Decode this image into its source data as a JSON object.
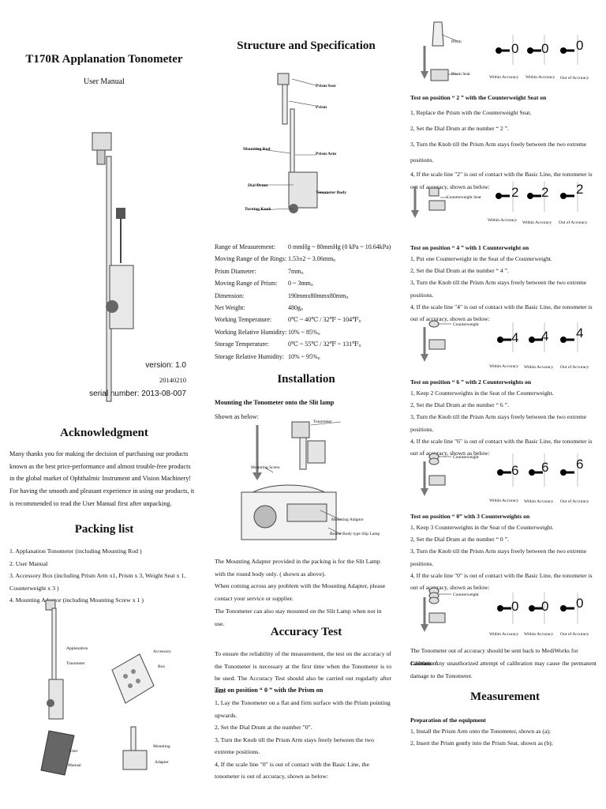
{
  "left": {
    "title": "T170R Applanation Tonometer",
    "subtitle": "User Manual",
    "version_line": "version: 1.0",
    "date_line": "20140210",
    "serial_line": "serial number: 2013-08-007",
    "ack_heading": "Acknowledgment",
    "ack_text_1": "Many thanks you for making the decision of purchasing our products known as the best price-performance and almost trouble-free products in the global market of Ophthalmic Instrument and Vision Machinery!",
    "ack_text_2": "For having the smooth and pleasant experience in using our products, it is recommended to read the User Manual first after unpacking.",
    "packing_heading": "Packing list",
    "packing_items": [
      "1. Applanation Tonometer (including Mounting Rod )",
      "2. User Manual",
      "3. Accessory Box        (including Prism Arm x1, Prism x 3, Weight Seat x 1, Counterweight x 3 )",
      "4. Mounting Adaptor    (including Mounting Screw x 1 )"
    ],
    "img_labels": {
      "applanation": "Applanation",
      "tonometer": "Tonometer",
      "accessory": "Accessory",
      "box": "Box",
      "user": "User",
      "manual": "Manual",
      "mounting": "Mounting",
      "adapter": "Adapter"
    }
  },
  "middle": {
    "heading": "Structure and Specification",
    "diagram_labels": {
      "prism_seat": "Prism Seat",
      "prism": "Prism",
      "mounting_rod": "Mounting Rod",
      "prism_arm": "Prism Arm",
      "dial_drum": "Dial Drum",
      "tonometer_body": "Tonometer Body",
      "turning_knob": "Turning Knob"
    },
    "specs": [
      {
        "k": "Range of Measurement:",
        "v": "0 mmHg ~ 80mmHg (0 kPa ~ 10.64kPa)"
      },
      {
        "k": "Moving Range of the Rings:",
        "v": "1.53±2 ~ 3.06mm。"
      },
      {
        "k": "Prism Diameter:",
        "v": "7mm。"
      },
      {
        "k": "Moving Range of Prism:",
        "v": "0 ~ 3mm。"
      },
      {
        "k": "Dimension:",
        "v": "190mmx80mmx80mm。"
      },
      {
        "k": "Net Weight:",
        "v": "480g。"
      },
      {
        "k": "Working Temperature:",
        "v": "0℃ ~ 40℃   /   32℉ ~ 104℉。"
      },
      {
        "k": "Working Relative Humidity:",
        "v": "10% ~ 85%。"
      },
      {
        "k": "Storage Temperature:",
        "v": "0℃ ~ 55℃   /   32℉ ~ 131℉。"
      },
      {
        "k": "Storage Relative Humidity:",
        "v": "10% ~ 95%。"
      }
    ],
    "installation_heading": "Installation",
    "install_subheading": "Mounting the Tonometer onto the Slit lamp",
    "install_shown": "Shown as below:",
    "install_labels": {
      "tonometer": "Tonometer",
      "mounting_screw": "Mounting Screw",
      "mounting_adaptor": "Mounting Adaptor",
      "round_body": "Round Body type Slip Lamp"
    },
    "install_text_1": "The Mounting Adapter provided in the packing is for the Slit Lamp with the round body only. ( shown as above).",
    "install_text_2": "When coming across any problem with the Mounting Adapter, please contact your service or supplier.",
    "install_text_3": "The Tonometer can also stay mounted on the Slit Lamp when not in use.",
    "accuracy_heading": "Accuracy Test",
    "accuracy_text": "To ensure the reliability of the measurement, the test on the accuracy of the Tonometer is necessary at the first time when the Tonometer is to be used. The Accuracy Test should also be carried out regularly after that.",
    "pos0_heading": "Test on position “ 0 ” with the Prism on",
    "pos0_steps": [
      "1, Lay the Tonometer on a flat and firm surface with the Prism pointing upwards.",
      "2, Set the Dial Drum at the number \"0\".",
      "3, Turn the Knob till the Prism Arm stays freely between the two extreme positions.",
      "4, If the scale line \"0\" is out of contact with the Basic Line, the tonometer is out of accuracy, shown as below:"
    ]
  },
  "right": {
    "acc_labels": {
      "within": "Within Accuracy",
      "out": "Out of Accuracy"
    },
    "fig0_labels": {
      "prism": "Prism",
      "prism_seat": "Prism Seat"
    },
    "pos2_heading": "Test on position “ 2 ” with the Counterweight Seat on",
    "pos2_steps": [
      "1, Replace the Prism with the Counterweight Seat.",
      "2, Set the Dial Drum at the number “ 2 ”.",
      "3, Turn the Knob till the Prism Arm stays freely between the two extreme positions.",
      "4, If the scale line \"2\" is out of contact with the Basic Line, the tonometer is out of accuracy, shown as below:"
    ],
    "counterweight_seat": "Counterweight Seat",
    "counterweight": "Counterweight",
    "pos4_heading": "Test on position “ 4 ” with 1 Counterweight on",
    "pos4_steps": [
      "1, Put one Counterweight in the Seat of the Counterweight.",
      "2, Set the Dial Drum at the number “ 4 ”.",
      "3, Turn the Knob till the Prism Arm stays freely between the two extreme positions.",
      "4, If the scale line \"4\" is out of contact with the Basic Line, the tonometer is out of accuracy, shown as below:"
    ],
    "pos6_heading": "Test on position “ 6 ” with 2 Counterweights on",
    "pos6_steps": [
      "1, Keep 2 Counterweights in the Seat of the Counterweight.",
      "2, Set the Dial Drum at the number “ 6 ”.",
      "3, Turn the Knob till the Prism Arm stays freely between the two extreme positions.",
      "4, If the scale line \"6\" is out of contact with the Basic Line, the tonometer is out of accuracy, shown as below:"
    ],
    "pos0b_heading": "Test on position “ 0” with 3 Counterweights on",
    "pos0b_steps": [
      "1, Keep 3 Counterweights in the Seat of the Counterweight.",
      "2, Set the Dial Drum at the number “ 0 ”.",
      "3, Turn the Knob till the Prism Arm stays freely between the two extreme positions.",
      "4, If the scale line \"0\" is out of contact with the Basic Line, the tonometer is out of accuracy, shown as below:"
    ],
    "calib_text": "The Tonometer out of accuracy should be sent back to MediWorks for calibration.",
    "caution_label": "Caution:",
    "caution_text": " Any unauthorized attempt of calibration may cause the permanent damage to the Tonometer.",
    "measurement_heading": "Measurement",
    "prep_heading": "Preparation of the equipment",
    "prep_steps": [
      "1, Install the Prism Arm onto the Tonometer, shown as (a);",
      "2, Insert the Prism gently into the Prism Seat, shown as (b);"
    ],
    "digits": {
      "d0": "0",
      "d2": "2",
      "d4": "4",
      "d6": "6"
    }
  }
}
